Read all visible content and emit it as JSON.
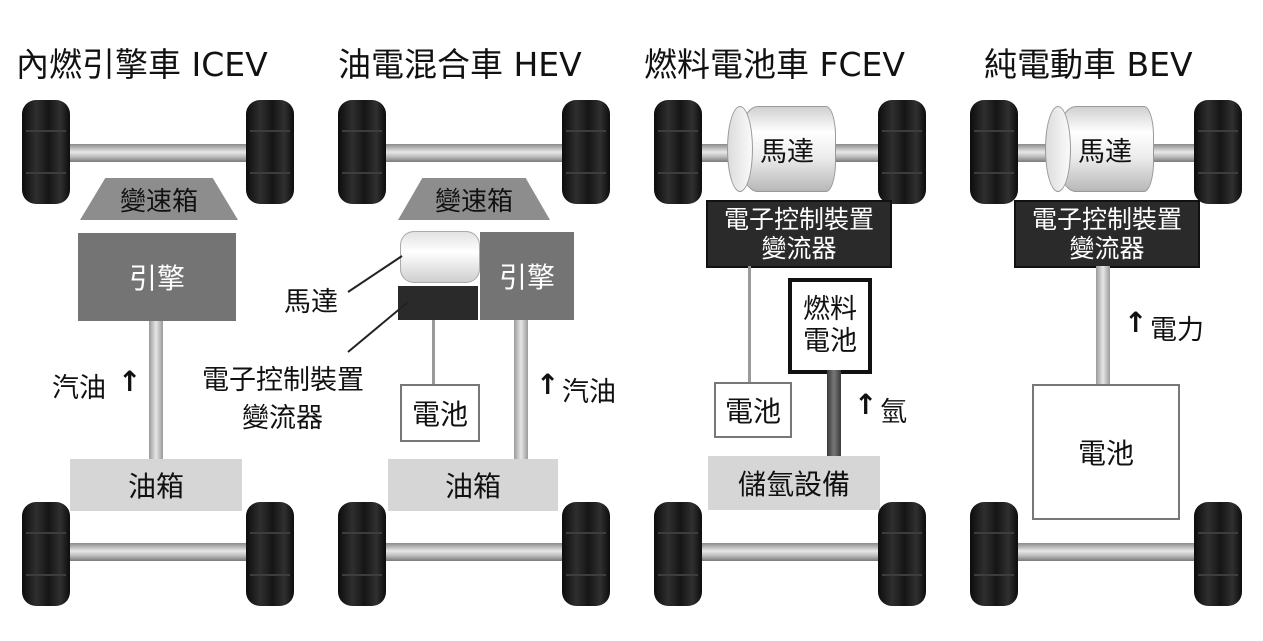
{
  "panels": [
    {
      "title": "內燃引擎車 ICEV",
      "gearbox": "變速箱",
      "engine": "引擎",
      "flow_label": "汽油",
      "tank": "油箱"
    },
    {
      "title": "油電混合車 HEV",
      "gearbox": "變速箱",
      "engine": "引擎",
      "motor_label": "馬達",
      "ecu_label_line1": "電子控制裝置",
      "ecu_label_line2": "變流器",
      "battery": "電池",
      "flow_label": "汽油",
      "tank": "油箱"
    },
    {
      "title": "燃料電池車 FCEV",
      "motor": "馬達",
      "ecu_line1": "電子控制裝置",
      "ecu_line2": "變流器",
      "fuel_cell_line1": "燃料",
      "fuel_cell_line2": "電池",
      "battery": "電池",
      "flow_label": "氫",
      "tank": "儲氫設備"
    },
    {
      "title": "純電動車 BEV",
      "motor": "馬達",
      "ecu_line1": "電子控制裝置",
      "ecu_line2": "變流器",
      "flow_label": "電力",
      "battery": "電池"
    }
  ],
  "arrow_glyph": "↑",
  "colors": {
    "engine": "#747474",
    "gearbox": "#8d8d8d",
    "tank": "#d6d6d6",
    "ecu": "#2a2a2a",
    "tire": "#1a1a1a"
  }
}
